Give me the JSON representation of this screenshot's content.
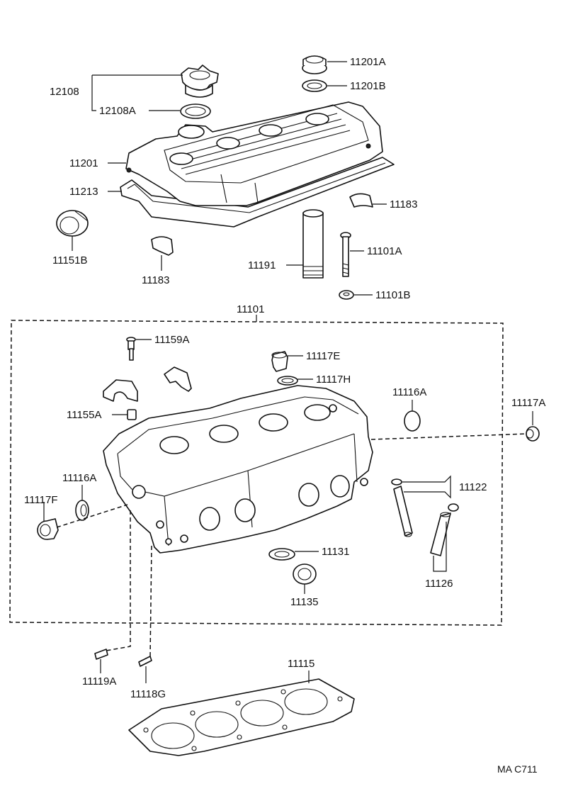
{
  "labels": {
    "p12108": "12108",
    "p12108A": "12108A",
    "p11201A": "11201A",
    "p11201B": "11201B",
    "p11201": "11201",
    "p11213": "11213",
    "p11183_right": "11183",
    "p11151B": "11151B",
    "p11183_left": "11183",
    "p11191": "11191",
    "p11101A": "11101A",
    "p11101B": "11101B",
    "p11101": "11101",
    "p11159A": "11159A",
    "p11117E": "11117E",
    "p11117H": "11117H",
    "p11116A_right": "11116A",
    "p11117A": "11117A",
    "p11155A": "11155A",
    "p11116A_left": "11116A",
    "p11117F": "11117F",
    "p11122": "11122",
    "p11131": "11131",
    "p11135": "11135",
    "p11126": "11126",
    "p11119A": "11119A",
    "p11118G": "11118G",
    "p11115": "11115"
  },
  "catalog_code": "MA C711"
}
